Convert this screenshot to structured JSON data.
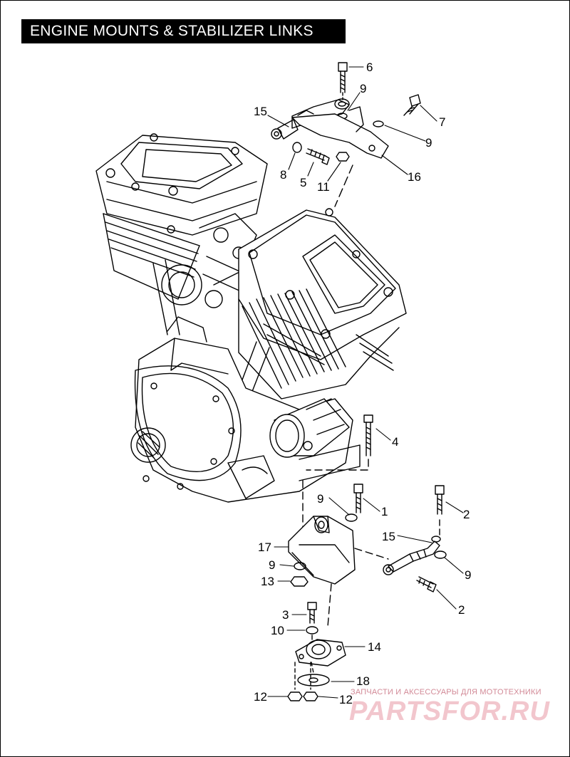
{
  "title": "ENGINE MOUNTS & STABILIZER LINKS",
  "callouts": [
    {
      "id": "c6",
      "label": "6"
    },
    {
      "id": "c9a",
      "label": "9"
    },
    {
      "id": "c15a",
      "label": "15"
    },
    {
      "id": "c7",
      "label": "7"
    },
    {
      "id": "c9b",
      "label": "9"
    },
    {
      "id": "c8",
      "label": "8"
    },
    {
      "id": "c5",
      "label": "5"
    },
    {
      "id": "c11",
      "label": "11"
    },
    {
      "id": "c16",
      "label": "16"
    },
    {
      "id": "c4",
      "label": "4"
    },
    {
      "id": "c9c",
      "label": "9"
    },
    {
      "id": "c1",
      "label": "1"
    },
    {
      "id": "c2a",
      "label": "2"
    },
    {
      "id": "c15b",
      "label": "15"
    },
    {
      "id": "c17",
      "label": "17"
    },
    {
      "id": "c9d",
      "label": "9"
    },
    {
      "id": "c9e",
      "label": "9"
    },
    {
      "id": "c13",
      "label": "13"
    },
    {
      "id": "c2b",
      "label": "2"
    },
    {
      "id": "c3",
      "label": "3"
    },
    {
      "id": "c10",
      "label": "10"
    },
    {
      "id": "c14",
      "label": "14"
    },
    {
      "id": "c18",
      "label": "18"
    },
    {
      "id": "c12a",
      "label": "12"
    },
    {
      "id": "c12b",
      "label": "12"
    }
  ],
  "watermark": {
    "tagline": "ЗАПЧАСТИ И АКСЕССУАРЫ ДЛЯ МОТОТЕХНИКИ",
    "logo": "PARTSFOR.RU"
  },
  "colors": {
    "line": "#000000",
    "watermark": "#f2c6cd",
    "title_bg": "#000000",
    "title_text": "#ffffff"
  }
}
